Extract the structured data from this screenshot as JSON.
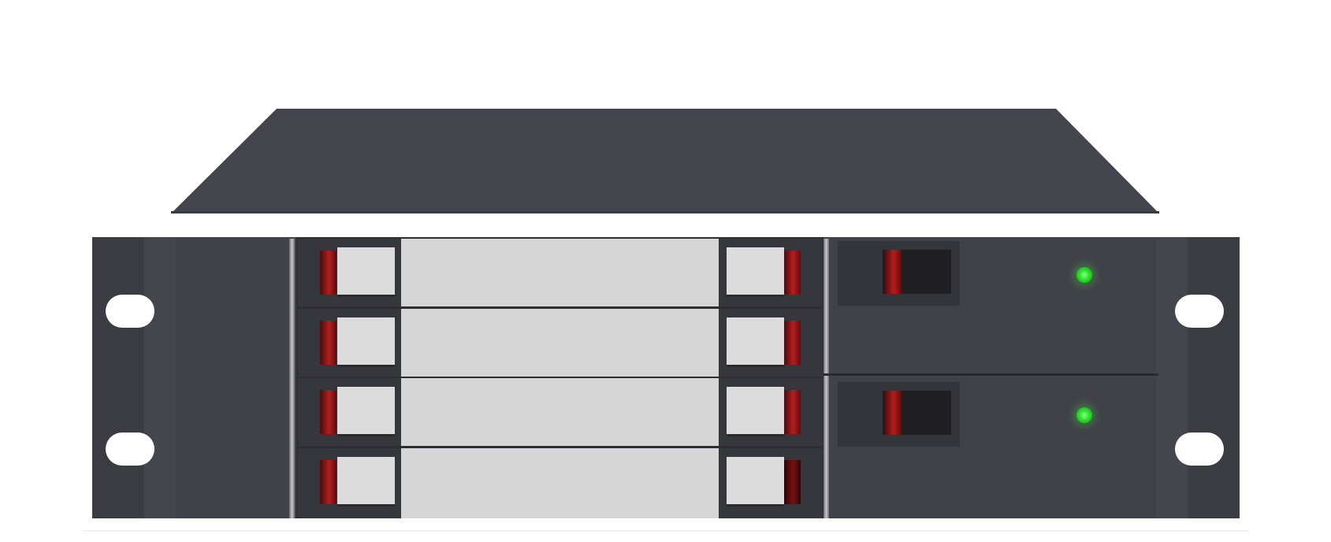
{
  "device": {
    "type": "rack-mounted storage server",
    "units": "2U",
    "drive_bays": 4,
    "power_supplies": 2,
    "colors": {
      "chassis": "#414149",
      "ears": "#3b3b42",
      "lid": "#44444c",
      "drive_tray": "#d6d6d6",
      "latch": "#b51d1d",
      "led_on": "#2be02b"
    },
    "psus": [
      {
        "status": "on",
        "led_color": "#2be02b"
      },
      {
        "status": "on",
        "led_color": "#2be02b"
      }
    ]
  }
}
